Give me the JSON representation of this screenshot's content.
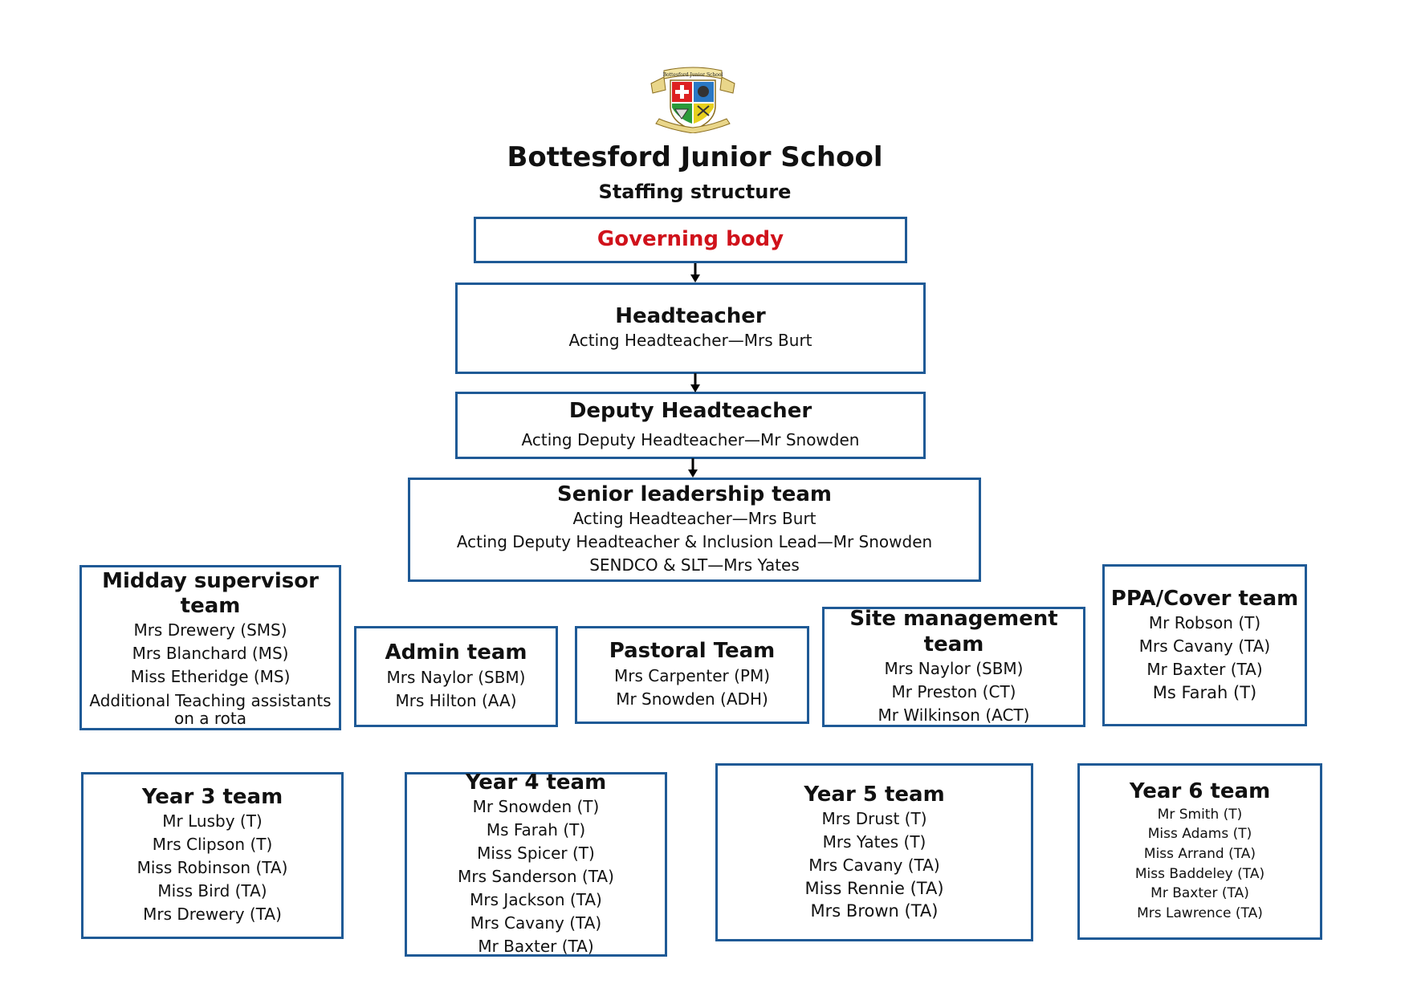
{
  "header": {
    "crest_text": "Bottesford Junior School",
    "school_name": "Bottesford Junior School",
    "subtitle": "Staffing structure"
  },
  "governing": {
    "title": "Governing body"
  },
  "headteacher": {
    "title": "Headteacher",
    "lines": [
      "Acting Headteacher—Mrs Burt"
    ]
  },
  "deputy": {
    "title": "Deputy Headteacher",
    "lines": [
      "Acting Deputy Headteacher—Mr Snowden"
    ]
  },
  "slt": {
    "title": "Senior leadership team",
    "lines": [
      "Acting Headteacher—Mrs Burt",
      "Acting Deputy Headteacher & Inclusion Lead—Mr Snowden",
      "SENDCO & SLT—Mrs Yates"
    ]
  },
  "midday": {
    "title": "Midday supervisor team",
    "lines": [
      "Mrs Drewery (SMS)",
      "Mrs Blanchard (MS)",
      "Miss Etheridge (MS)",
      "Additional Teaching assistants",
      "on a rota"
    ]
  },
  "admin": {
    "title": "Admin team",
    "lines": [
      "Mrs Naylor (SBM)",
      "Mrs Hilton (AA)"
    ]
  },
  "pastoral": {
    "title": "Pastoral Team",
    "lines": [
      "Mrs Carpenter (PM)",
      "Mr Snowden (ADH)"
    ]
  },
  "site": {
    "title": "Site management team",
    "lines": [
      "Mrs Naylor (SBM)",
      "Mr Preston (CT)",
      "Mr Wilkinson (ACT)"
    ]
  },
  "ppa": {
    "title": "PPA/Cover team",
    "lines": [
      "Mr Robson (T)",
      "Mrs Cavany (TA)",
      "Mr Baxter (TA)",
      "Ms Farah (T)"
    ]
  },
  "year3": {
    "title": "Year 3 team",
    "lines": [
      "Mr Lusby (T)",
      "Mrs Clipson (T)",
      "Miss Robinson (TA)",
      "Miss Bird (TA)",
      "Mrs Drewery  (TA)"
    ]
  },
  "year4": {
    "title": "Year 4 team",
    "lines": [
      "Mr Snowden (T)",
      "Ms Farah (T)",
      "Miss Spicer (T)",
      "Mrs Sanderson (TA)",
      "Mrs Jackson (TA)",
      "Mrs Cavany (TA)",
      "Mr Baxter (TA)"
    ]
  },
  "year5": {
    "title": "Year 5 team",
    "lines": [
      "Mrs Drust (T)",
      "Mrs Yates (T)",
      "Mrs Cavany (TA)",
      "Miss Rennie (TA)",
      "Mrs Brown (TA)"
    ]
  },
  "year6": {
    "title": "Year 6 team",
    "lines": [
      "Mr Smith (T)",
      "Miss Adams (T)",
      "Miss Arrand (TA)",
      "Miss Baddeley (TA)",
      "Mr Baxter (TA)",
      "Mrs Lawrence (TA)"
    ]
  },
  "colors": {
    "border": "#1f5a96",
    "governing_text": "#d0121b"
  }
}
